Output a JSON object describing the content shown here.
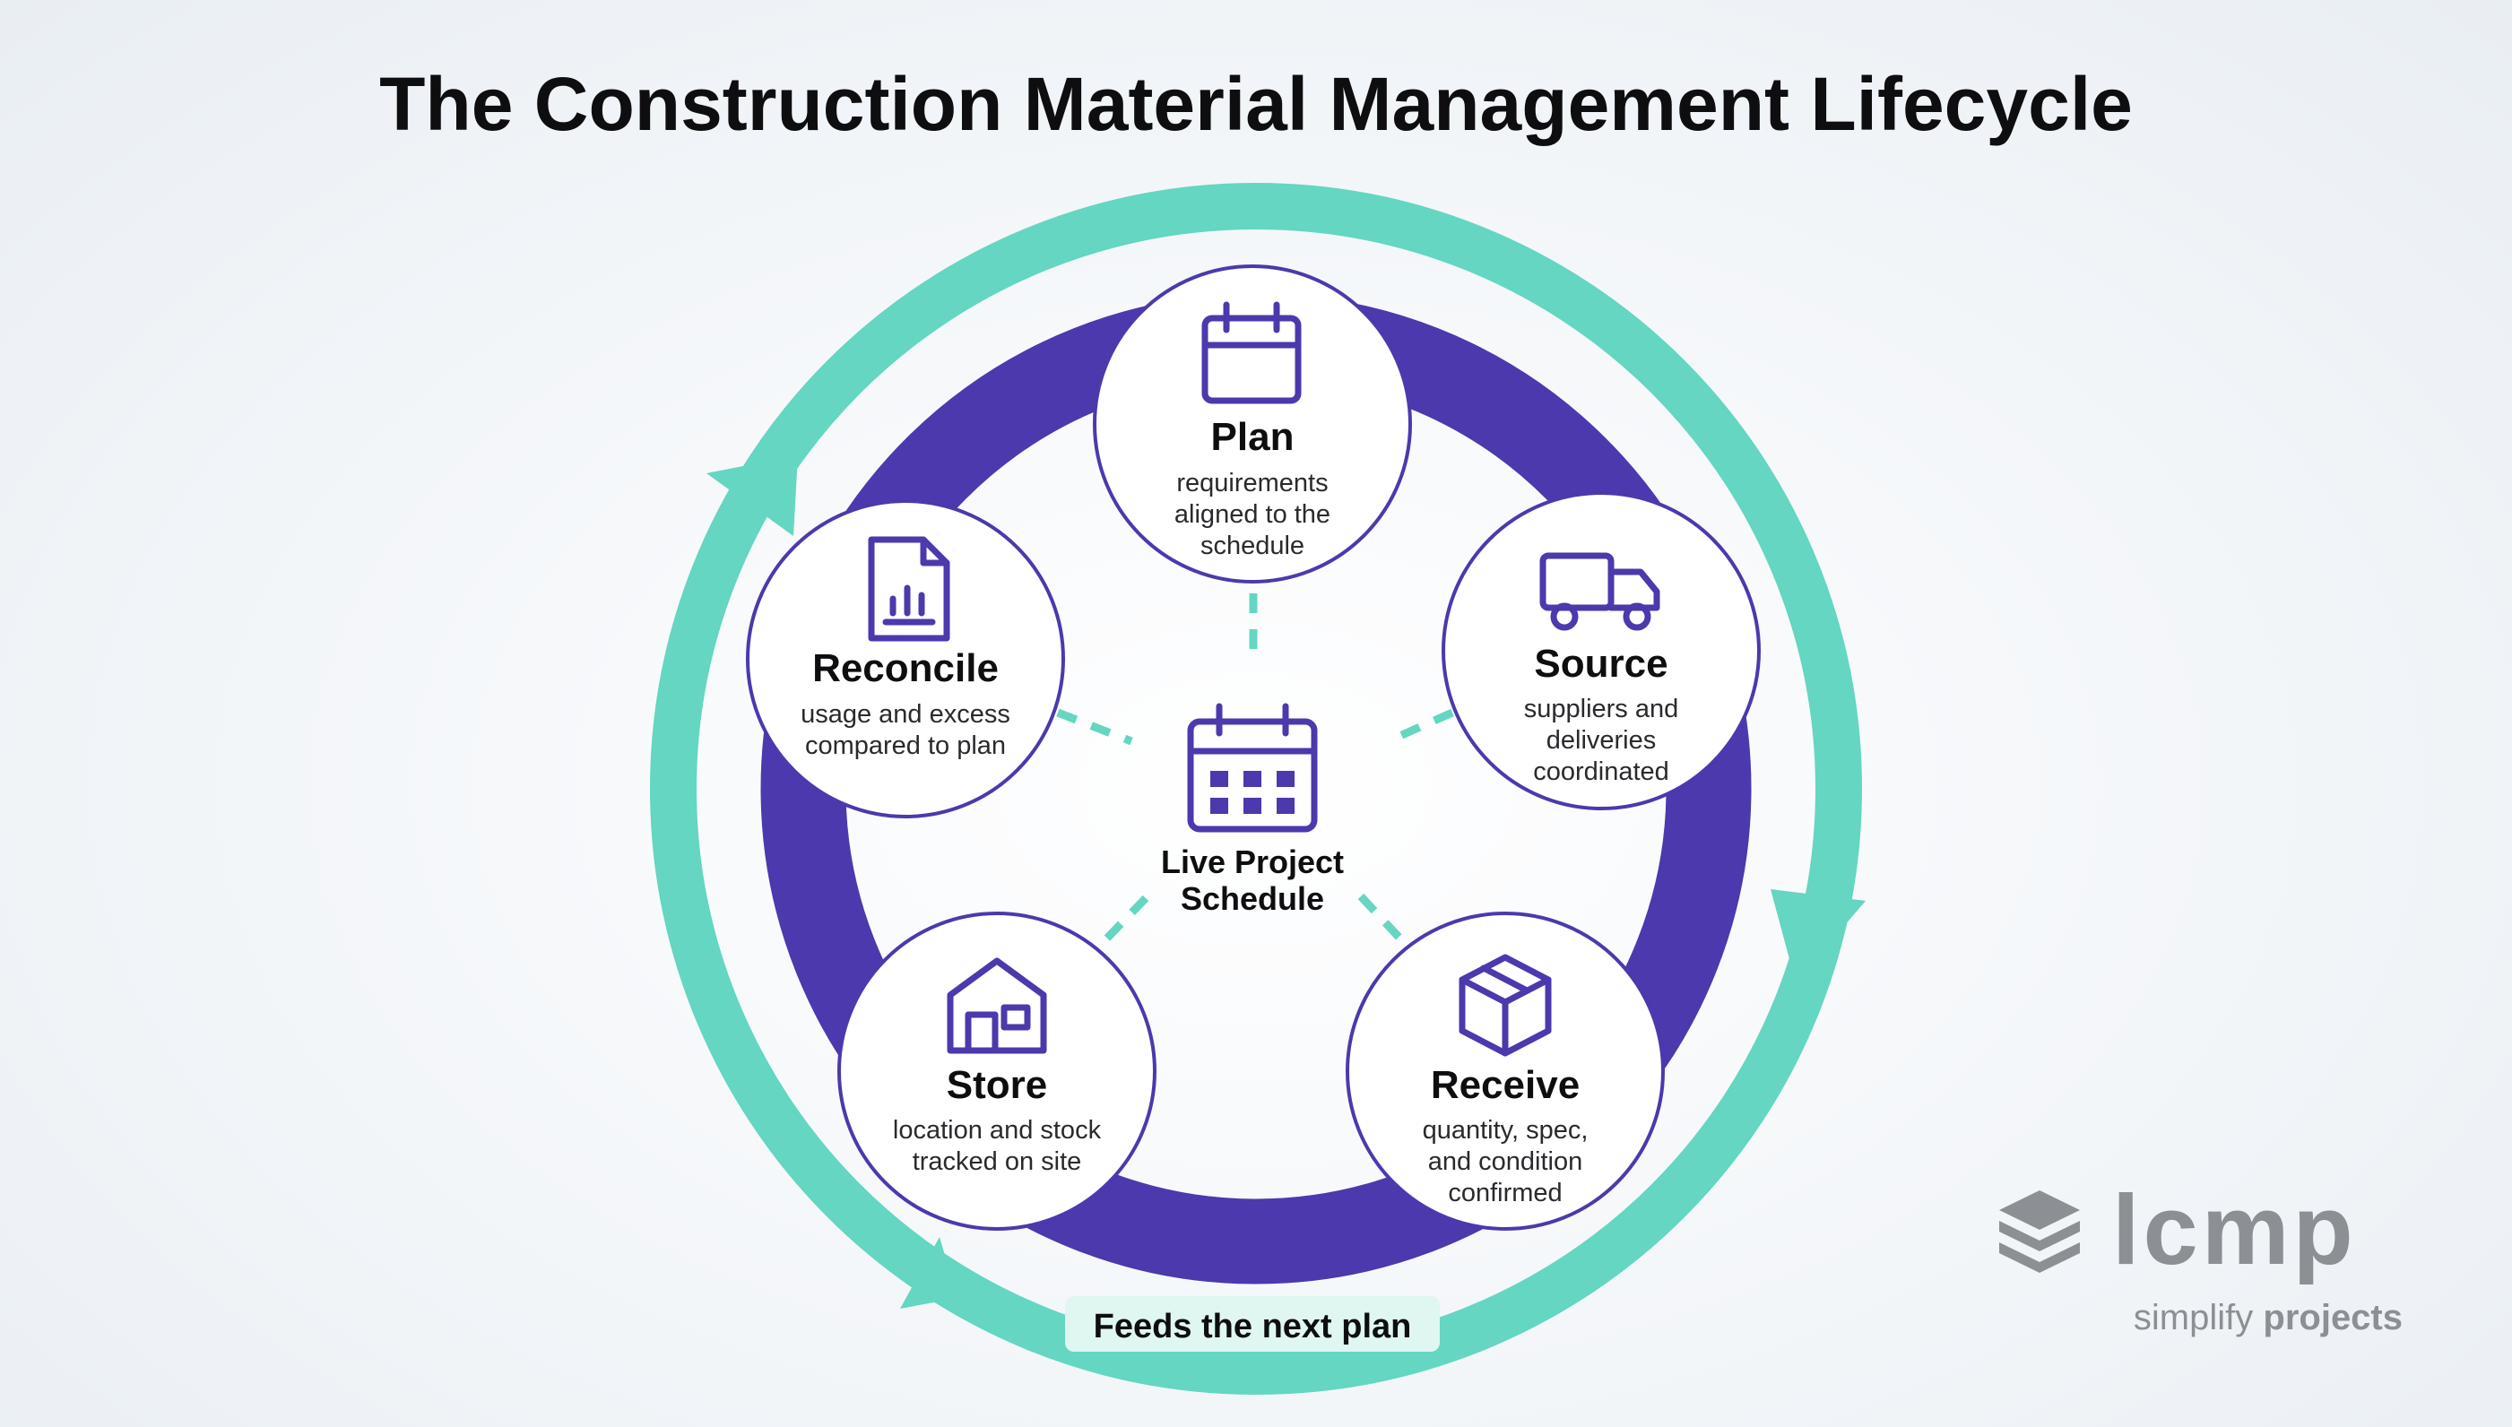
{
  "title": "The Construction Material Management Lifecycle",
  "center": {
    "line1": "Live Project",
    "line2": "Schedule",
    "icon": "calendar-grid-icon"
  },
  "stages": [
    {
      "id": "plan",
      "title": "Plan",
      "icon": "calendar-icon",
      "desc": [
        "requirements",
        "aligned to the",
        "schedule"
      ]
    },
    {
      "id": "source",
      "title": "Source",
      "icon": "truck-icon",
      "desc": [
        "suppliers and",
        "deliveries",
        "coordinated"
      ]
    },
    {
      "id": "receive",
      "title": "Receive",
      "icon": "box-icon",
      "desc": [
        "quantity, spec,",
        "and condition",
        "confirmed"
      ]
    },
    {
      "id": "store",
      "title": "Store",
      "icon": "warehouse-icon",
      "desc": [
        "location and stock",
        "tracked on site"
      ]
    },
    {
      "id": "reconcile",
      "title": "Reconcile",
      "icon": "report-icon",
      "desc": [
        "usage and excess",
        "compared to plan"
      ]
    }
  ],
  "feedback_label": "Feeds the next plan",
  "brand": {
    "name": "lcmp",
    "tagline_light": "simplify",
    "tagline_bold": "projects",
    "icon": "layers-icon"
  },
  "colors": {
    "inner_ring": "#4b39ad",
    "outer_ring": "#64d6c2",
    "icon": "#4b39ad",
    "dashes": "#64d6c2",
    "node_border": "#4b39ad",
    "brand_gray": "#8c9094"
  }
}
